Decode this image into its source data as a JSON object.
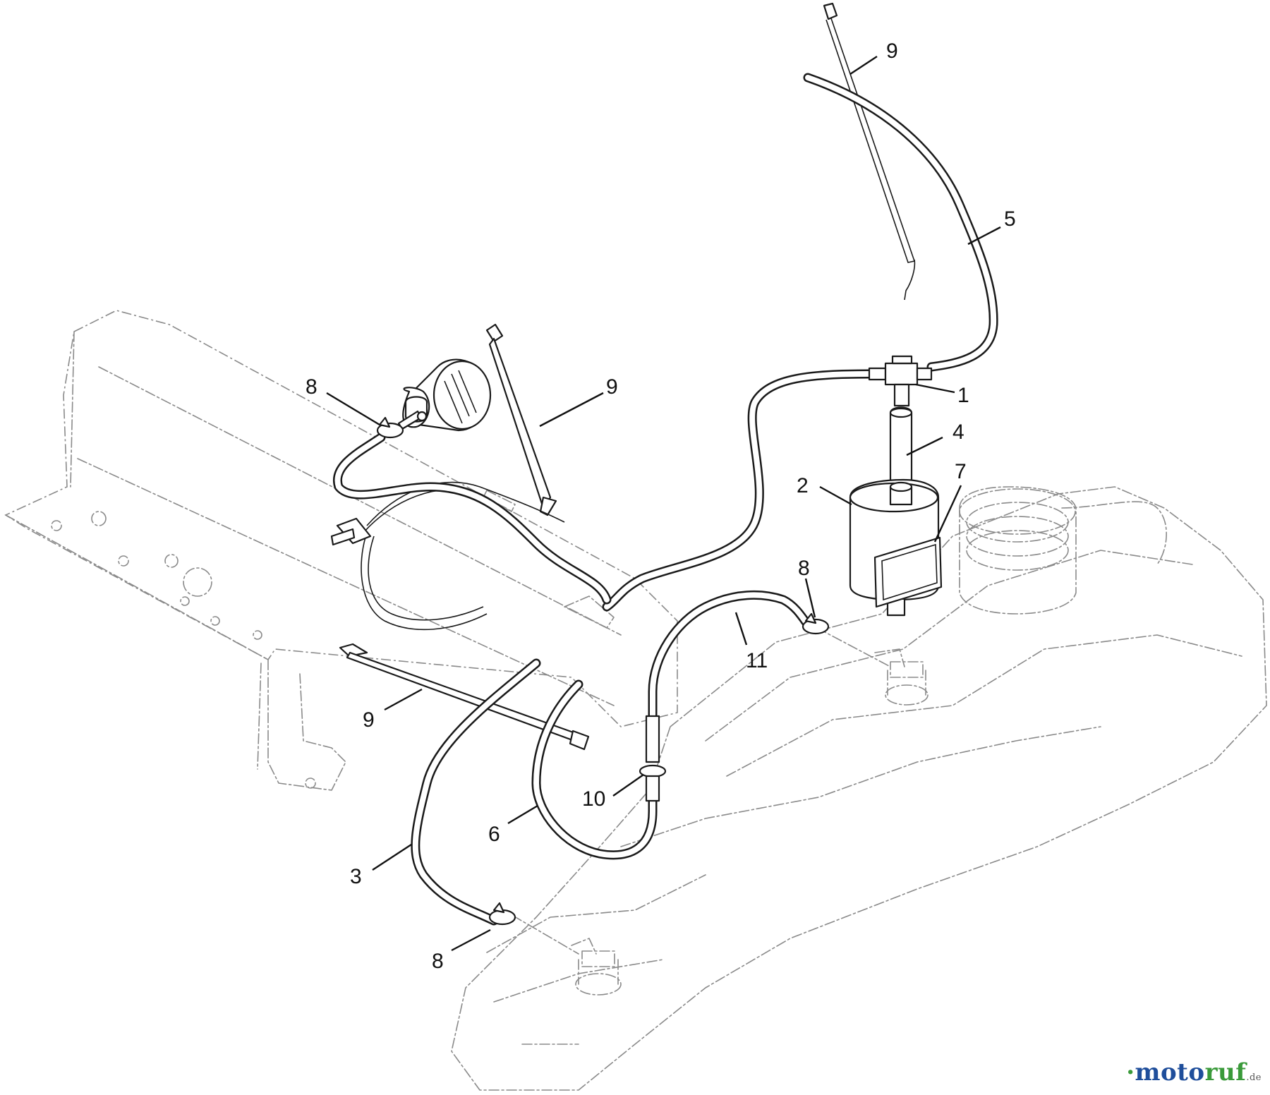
{
  "callouts": {
    "n1": "1",
    "n2": "2",
    "n3": "3",
    "n4": "4",
    "n5": "5",
    "n6": "6",
    "n7": "7",
    "n8a": "8",
    "n8b": "8",
    "n8c": "8",
    "n9a": "9",
    "n9b": "9",
    "n9c": "9",
    "n10": "10",
    "n11": "11"
  },
  "watermark": {
    "part_a": "moto",
    "part_b": "ruf",
    "suffix": ".de",
    "color_a": "#1f4e9b",
    "color_b": "#3a9a3a"
  }
}
